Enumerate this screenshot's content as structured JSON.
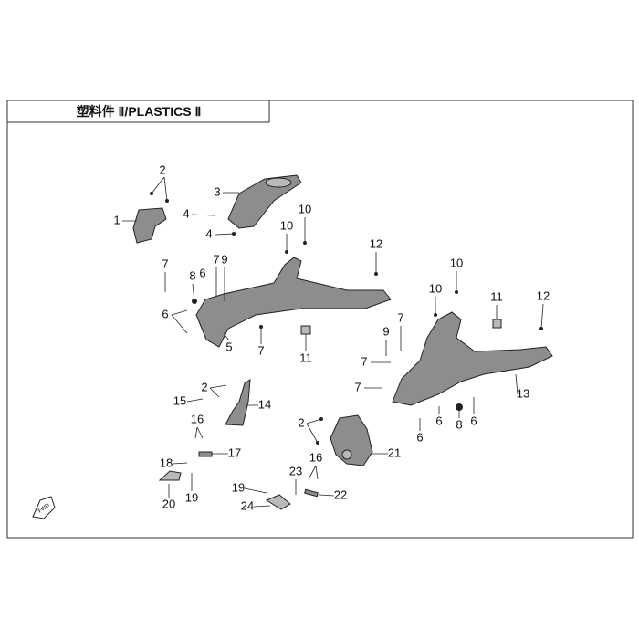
{
  "title": "塑料件 Ⅱ/PLASTICS Ⅱ",
  "fwd_icon": "FWD",
  "callouts": [
    "1",
    "2",
    "3",
    "4",
    "4",
    "10",
    "10",
    "12",
    "7",
    "8",
    "7",
    "9",
    "6",
    "6",
    "5",
    "7",
    "11",
    "10",
    "10",
    "11",
    "12",
    "7",
    "9",
    "7",
    "7",
    "13",
    "6",
    "8",
    "6",
    "6",
    "2",
    "15",
    "14",
    "16",
    "17",
    "18",
    "20",
    "19",
    "2",
    "21",
    "16",
    "23",
    "22",
    "19",
    "24"
  ]
}
